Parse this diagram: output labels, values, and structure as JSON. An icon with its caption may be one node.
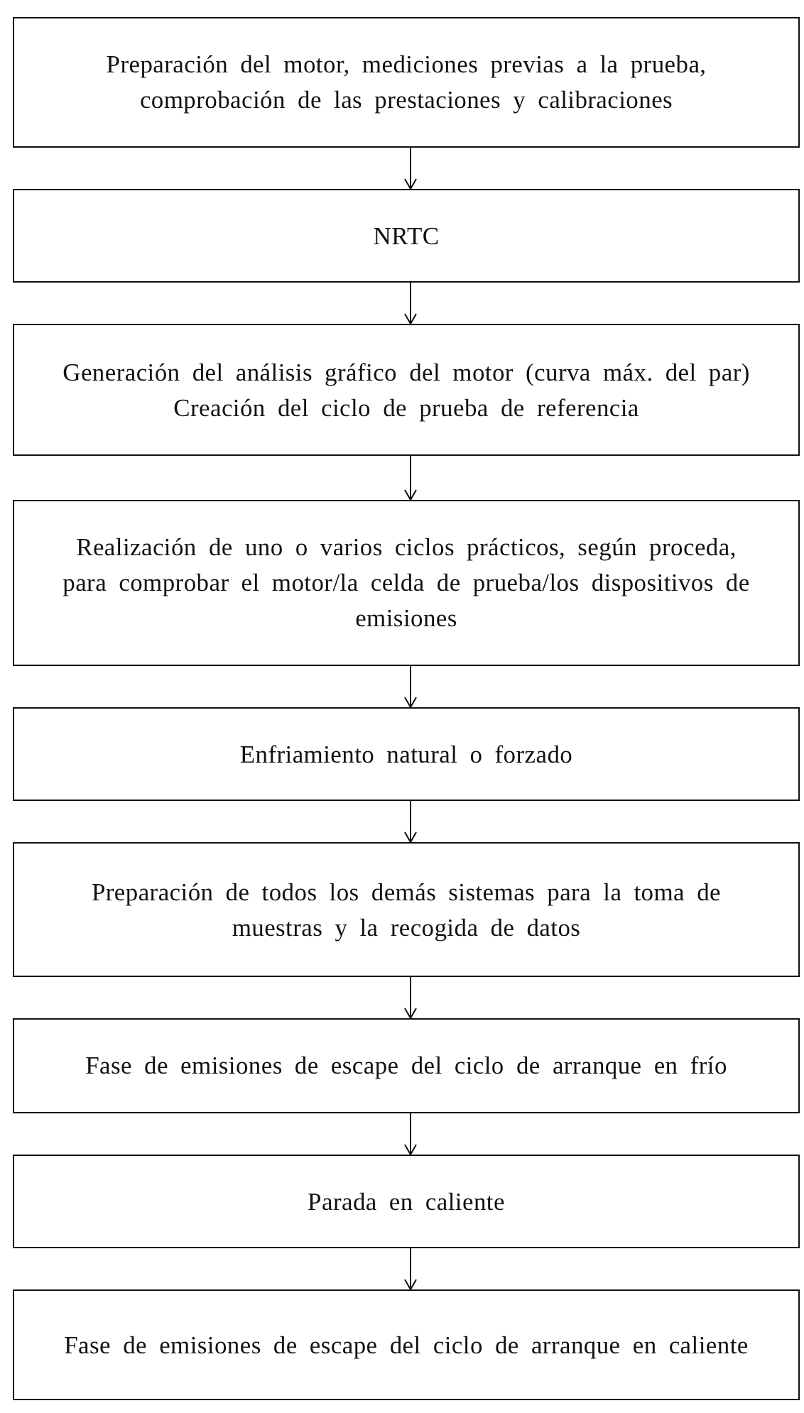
{
  "diagram": {
    "nodes": [
      {
        "text": [
          "Preparación del motor, mediciones previas a la prueba, comprobación de las prestaciones y calibraciones"
        ]
      },
      {
        "text": [
          "NRTC"
        ]
      },
      {
        "text": [
          "Generación del análisis gráfico del motor (curva máx. del par) Creación del ciclo de prueba de referencia"
        ]
      },
      {
        "text": [
          "Realización de uno o varios ciclos prácticos, según proceda, para comprobar el motor/la celda de prueba/los dispositivos de emisiones"
        ]
      },
      {
        "text": [
          "Enfriamiento natural o forzado"
        ]
      },
      {
        "text": [
          "Preparación de todos los demás sistemas para la toma de muestras y la recogida de datos"
        ]
      },
      {
        "text": [
          "Fase de emisiones de escape del ciclo de arranque en frío"
        ]
      },
      {
        "text": [
          "Parada en caliente"
        ]
      },
      {
        "text": [
          "Fase de emisiones de escape del ciclo de arranque en caliente"
        ]
      }
    ],
    "edges": [
      {
        "from": 0,
        "to": 1,
        "arrow": "to"
      },
      {
        "from": 1,
        "to": 2,
        "arrow": "to"
      },
      {
        "from": 2,
        "to": 3,
        "arrow": "to"
      },
      {
        "from": 3,
        "to": 4,
        "arrow": "to"
      },
      {
        "from": 4,
        "to": 5,
        "arrow": "to"
      },
      {
        "from": 5,
        "to": 6,
        "arrow": "to"
      },
      {
        "from": 6,
        "to": 7,
        "arrow": "to"
      },
      {
        "from": 7,
        "to": 8,
        "arrow": "to"
      }
    ]
  }
}
